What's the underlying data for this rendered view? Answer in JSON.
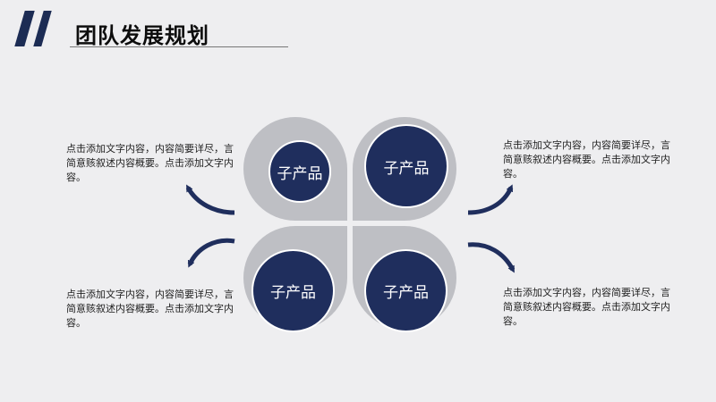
{
  "header": {
    "title": "团队发展规划"
  },
  "nodes": [
    {
      "label": "子产品"
    },
    {
      "label": "子产品"
    },
    {
      "label": "子产品"
    },
    {
      "label": "子产品"
    }
  ],
  "paragraphs": {
    "top_left": "点击添加文字内容，内容简要详尽，言简意赅叙述内容概要。点击添加文字内容。",
    "top_right": "点击添加文字内容，内容简要详尽，言简意赅叙述内容概要。点击添加文字内容。",
    "bottom_left": "点击添加文字内容，内容简要详尽，言简意赅叙述内容概要。点击添加文字内容。",
    "bottom_right": "点击添加文字内容，内容简要详尽，言简意赅叙述内容概要。点击添加文字内容。"
  },
  "colors": {
    "navy": "#1f2e5d",
    "gray_petal": "#bebfc4",
    "background": "#eeeef0"
  }
}
